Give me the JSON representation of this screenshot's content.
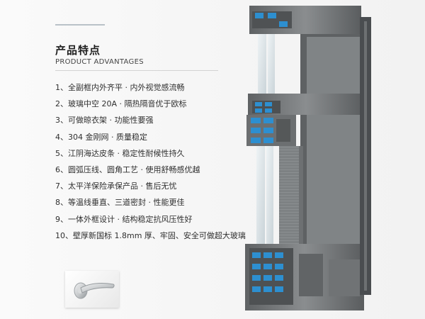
{
  "heading": {
    "title": "产品特点",
    "subtitle": "PRODUCT ADVANTAGES"
  },
  "features": [
    "1、全副框内外齐平 · 内外视觉感流畅",
    "2、玻璃中空 20A ·  隔热隔音优于欧标",
    "3、可做晾衣架 · 功能性要强",
    "4、304 金刚网 · 质量稳定",
    "5、江阴海达皮条 · 稳定性耐候性持久",
    "6、圆弧压线、圆角工艺 ·  使用舒畅感优越",
    "7、太平洋保险承保产品 · 售后无忧",
    "8、等温线垂直、三道密封 · 性能更佳",
    "9、一体外框设计 · 结构稳定抗风压性好",
    "10、壁厚新国标 1.8mm 厚、牢固、安全可做超大玻璃"
  ],
  "colors": {
    "frame": "#6d7072",
    "frame_dark": "#4c4f52",
    "insulation_blue": "#2d8fd0",
    "glass": "#dbe3e7",
    "screen_mesh": "#7e8284",
    "handle_silver": "#cfd2d4"
  },
  "icons": {
    "handle": "window-handle-icon"
  }
}
